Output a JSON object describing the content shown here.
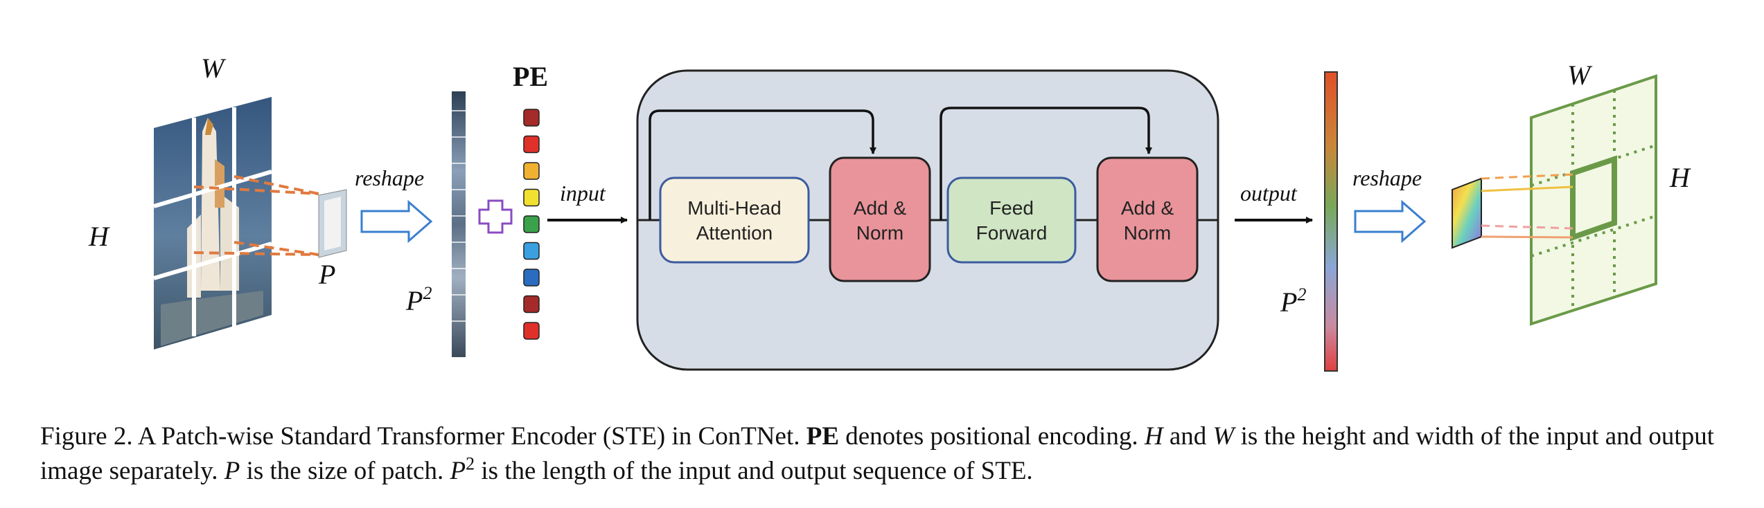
{
  "labels": {
    "W_in": "W",
    "H_in": "H",
    "P": "P",
    "reshape_in": "reshape",
    "P2_in": "P",
    "P2_in_sup": "2",
    "PE": "PE",
    "input": "input",
    "output": "output",
    "P2_out": "P",
    "P2_out_sup": "2",
    "reshape_out": "reshape",
    "W_out": "W",
    "H_out": "H"
  },
  "blocks": {
    "mha_line1": "Multi-Head",
    "mha_line2": "Attention",
    "addnorm1_line1": "Add &",
    "addnorm1_line2": "Norm",
    "ff_line1": "Feed",
    "ff_line2": "Forward",
    "addnorm2_line1": "Add &",
    "addnorm2_line2": "Norm"
  },
  "pe_colors": [
    "#a52a2a",
    "#e0302a",
    "#f0b030",
    "#f2e030",
    "#3aa24a",
    "#3ba0e0",
    "#2a6cc0",
    "#a52a2a",
    "#e0302a"
  ],
  "colors": {
    "encoder_bg": "#d6dde6",
    "mha_fill": "#f7f0dc",
    "mha_stroke": "#3b5ba0",
    "addnorm_fill": "#e8949a",
    "ff_fill": "#cfe5c4",
    "ff_stroke": "#3b5ba0",
    "grid_fill": "#f2f8e4",
    "grid_stroke": "#6a9a48",
    "reshape_arrow": "#3a7fd0",
    "plus": "#8a4cc0"
  },
  "caption": {
    "fig": "Figure 2. A Patch-wise Standard Transformer Encoder (STE) in ConTNet. ",
    "pe": "PE",
    "t1": " denotes positional encoding. ",
    "H": "H",
    "t2": " and ",
    "W": "W",
    "t3": " is the height and width of the input and output image separately. ",
    "P": "P",
    "t4": " is the size of patch. ",
    "P2": "P",
    "P2sup": "2",
    "t5": " is the length of the input and output sequence of STE."
  }
}
